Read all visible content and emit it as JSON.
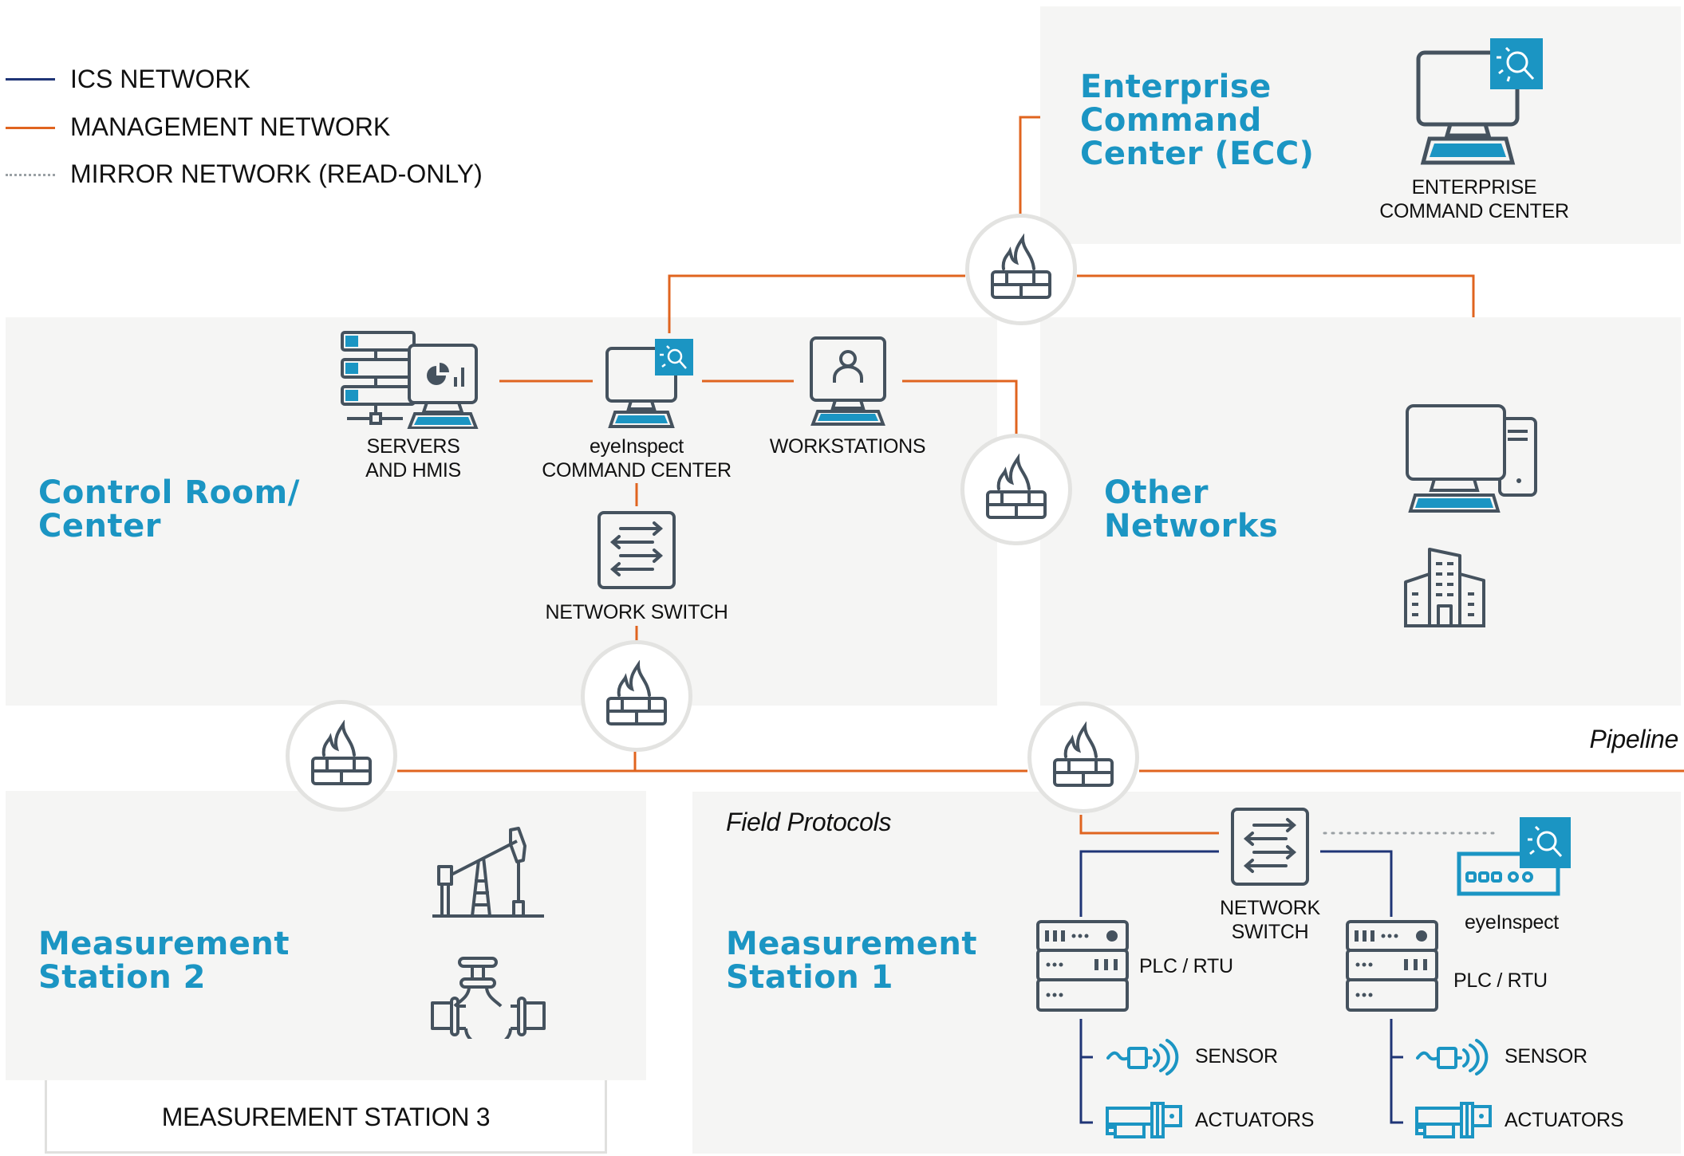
{
  "legend": [
    {
      "label": "ICS NETWORK",
      "style": "solid",
      "color": "#1f3576"
    },
    {
      "label": "MANAGEMENT NETWORK",
      "style": "solid",
      "color": "#e0641f"
    },
    {
      "label": "MIRROR NETWORK (READ-ONLY)",
      "style": "dotted",
      "color": "#9aa0a4"
    }
  ],
  "colors": {
    "ics": "#1f3576",
    "management": "#e0641f",
    "mirror": "#9aa0a4",
    "accent": "#1b95c3",
    "icon": "#45525e",
    "panel": "#f5f5f4"
  },
  "zones": {
    "ecc": {
      "title_line1": "Enterprise",
      "title_line2": "Command",
      "title_line3": "Center (ECC)",
      "device_label_line1": "ENTERPRISE",
      "device_label_line2": "COMMAND CENTER"
    },
    "control_room": {
      "title_line1": "Control Room/",
      "title_line2": "Center",
      "devices": {
        "servers": {
          "line1": "SERVERS",
          "line2": "AND HMIS"
        },
        "command_center": {
          "line1": "eyeInspect",
          "line2": "COMMAND CENTER"
        },
        "workstations": {
          "line1": "WORKSTATIONS"
        },
        "switch": {
          "line1": "NETWORK SWITCH"
        }
      }
    },
    "other_networks": {
      "title_line1": "Other",
      "title_line2": "Networks"
    },
    "pipeline_label": "Pipeline",
    "measurement_station_2": {
      "title_line1": "Measurement",
      "title_line2": "Station 2"
    },
    "measurement_station_3": {
      "label": "MEASUREMENT STATION 3"
    },
    "measurement_station_1": {
      "title_line1": "Measurement",
      "title_line2": "Station 1",
      "field_protocols": "Field Protocols",
      "switch": {
        "line1": "NETWORK",
        "line2": "SWITCH"
      },
      "eyeinspect": "eyeInspect",
      "plc_left": "PLC / RTU",
      "plc_right": "PLC / RTU",
      "sensor_left": "SENSOR",
      "sensor_right": "SENSOR",
      "actuators_left": "ACTUATORS",
      "actuators_right": "ACTUATORS"
    }
  }
}
